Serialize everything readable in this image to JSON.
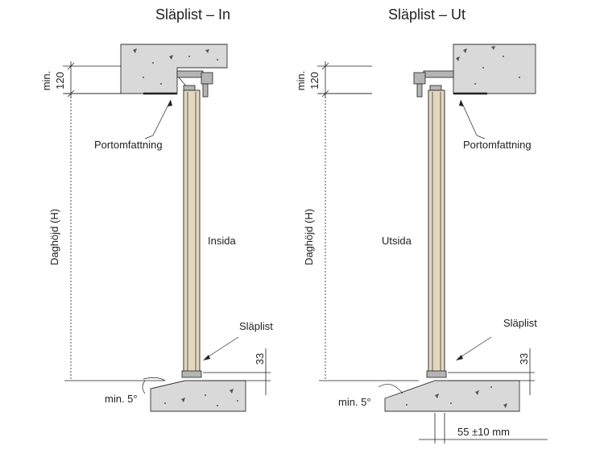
{
  "left_drawing": {
    "title": "Släplist – In",
    "min_label": "min.",
    "min_value": "120",
    "frame_label": "Portomfattning",
    "height_label": "Daghöjd (H)",
    "side_label": "Insida",
    "seal_label": "Släplist",
    "seal_dim": "33",
    "angle_label": "min. 5°"
  },
  "right_drawing": {
    "title": "Släplist – Ut",
    "min_label": "min.",
    "min_value": "120",
    "frame_label": "Portomfattning",
    "height_label": "Daghöjd (H)",
    "side_label": "Utsida",
    "seal_label": "Släplist",
    "seal_dim": "33",
    "angle_label": "min. 5°",
    "offset_dim": "55 ±10 mm"
  }
}
